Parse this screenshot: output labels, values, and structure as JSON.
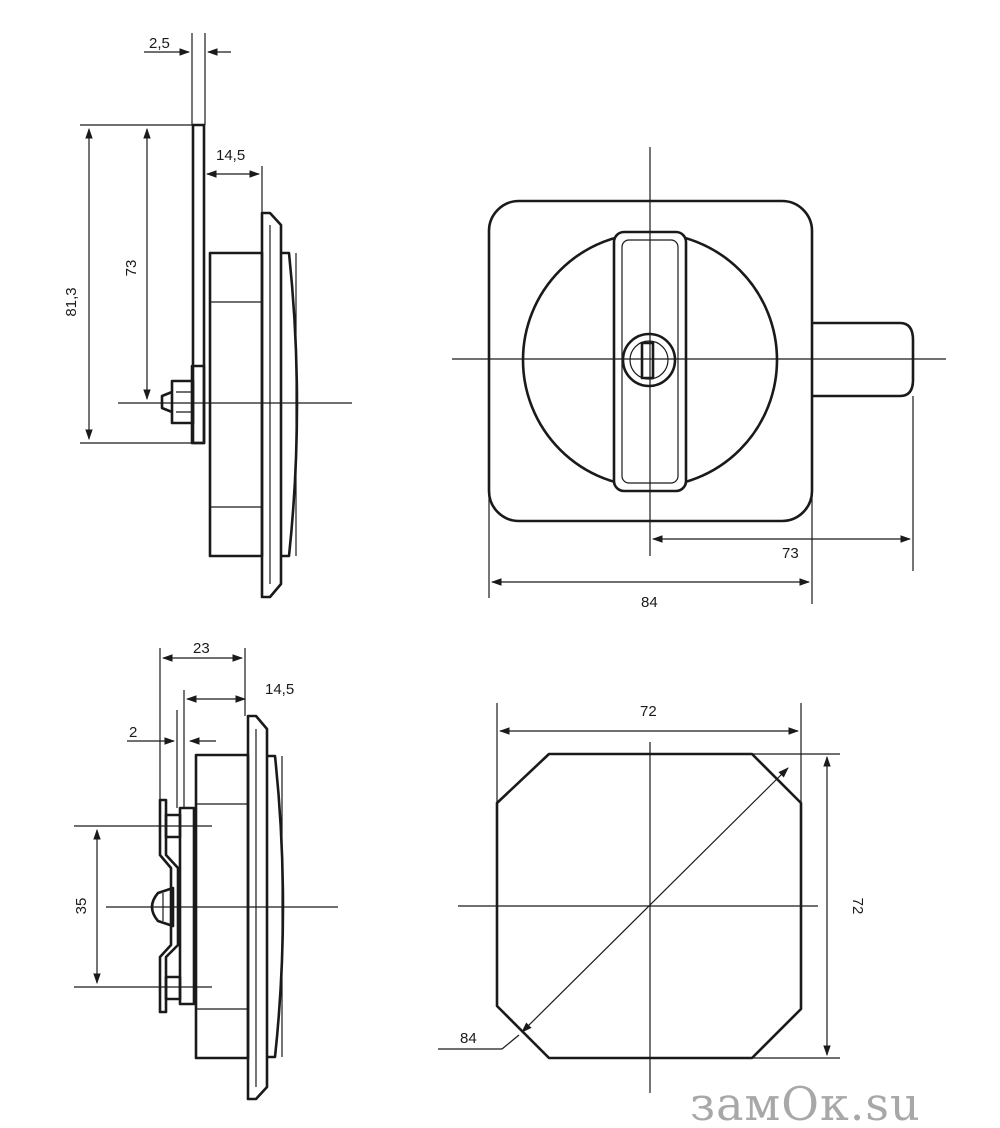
{
  "dimensions": {
    "plate_thickness": "2,5",
    "side_depth_top": "14,5",
    "height_overall": "81,3",
    "height_axis": "73",
    "front_axis_to_bolt": "73",
    "front_width": "84",
    "side_depth_bottom_total": "23",
    "side_depth_bottom": "14,5",
    "bracket_thickness": "2",
    "bracket_hole_spacing": "35",
    "cutout_width": "72",
    "cutout_height": "72",
    "cutout_diagonal": "84"
  },
  "watermark": "замОк.su"
}
